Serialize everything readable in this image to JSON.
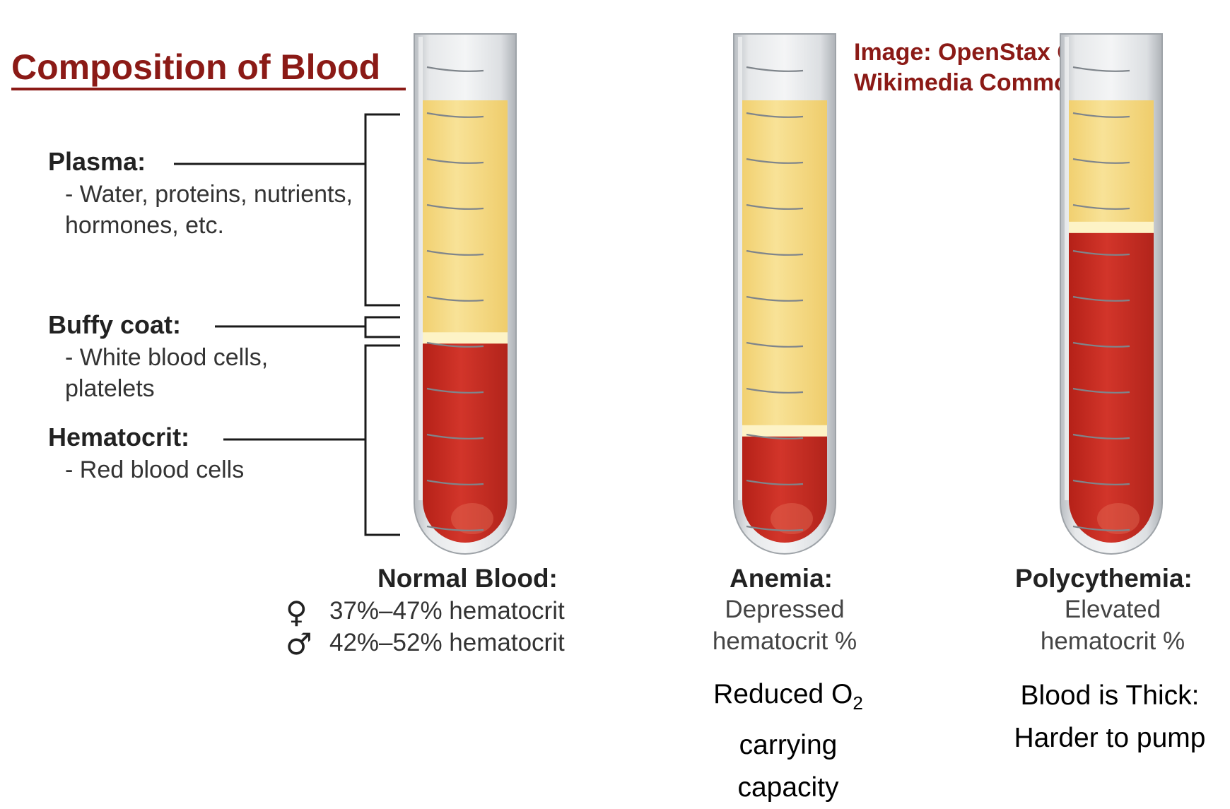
{
  "title": "Composition of Blood",
  "credit": {
    "line1": "Image: OpenStax College",
    "line2": "Wikimedia Commons"
  },
  "components": [
    {
      "label": "Plasma:",
      "desc": "- Water, proteins, nutrients, hormones, etc."
    },
    {
      "label": "Buffy coat:",
      "desc": "- White blood cells, platelets"
    },
    {
      "label": "Hematocrit:",
      "desc": "- Red blood cells"
    }
  ],
  "tubes": [
    {
      "title": "Normal Blood:",
      "female_symbol": "♀",
      "male_symbol": "♂",
      "female_range": "37%–47% hematocrit",
      "male_range": "42%–52% hematocrit",
      "hematocrit_fraction": 0.45
    },
    {
      "title": "Anemia:",
      "sub1": "Depressed",
      "sub2": "hematocrit %",
      "note_line1": "Reduced O",
      "note_sub": "2",
      "note_line2": "carrying",
      "note_line3": "capacity",
      "hematocrit_fraction": 0.24
    },
    {
      "title": "Polycythemia:",
      "sub1": "Elevated",
      "sub2": "hematocrit %",
      "note_line1": "Blood is Thick:",
      "note_line2": "Harder to pump",
      "hematocrit_fraction": 0.7
    }
  ],
  "colors": {
    "title": "#8b1a16",
    "plasma": "#f6dc86",
    "buffy": "#fdf3c6",
    "red_cells": "#c5281f",
    "tube_glass": "#d3d6da"
  }
}
